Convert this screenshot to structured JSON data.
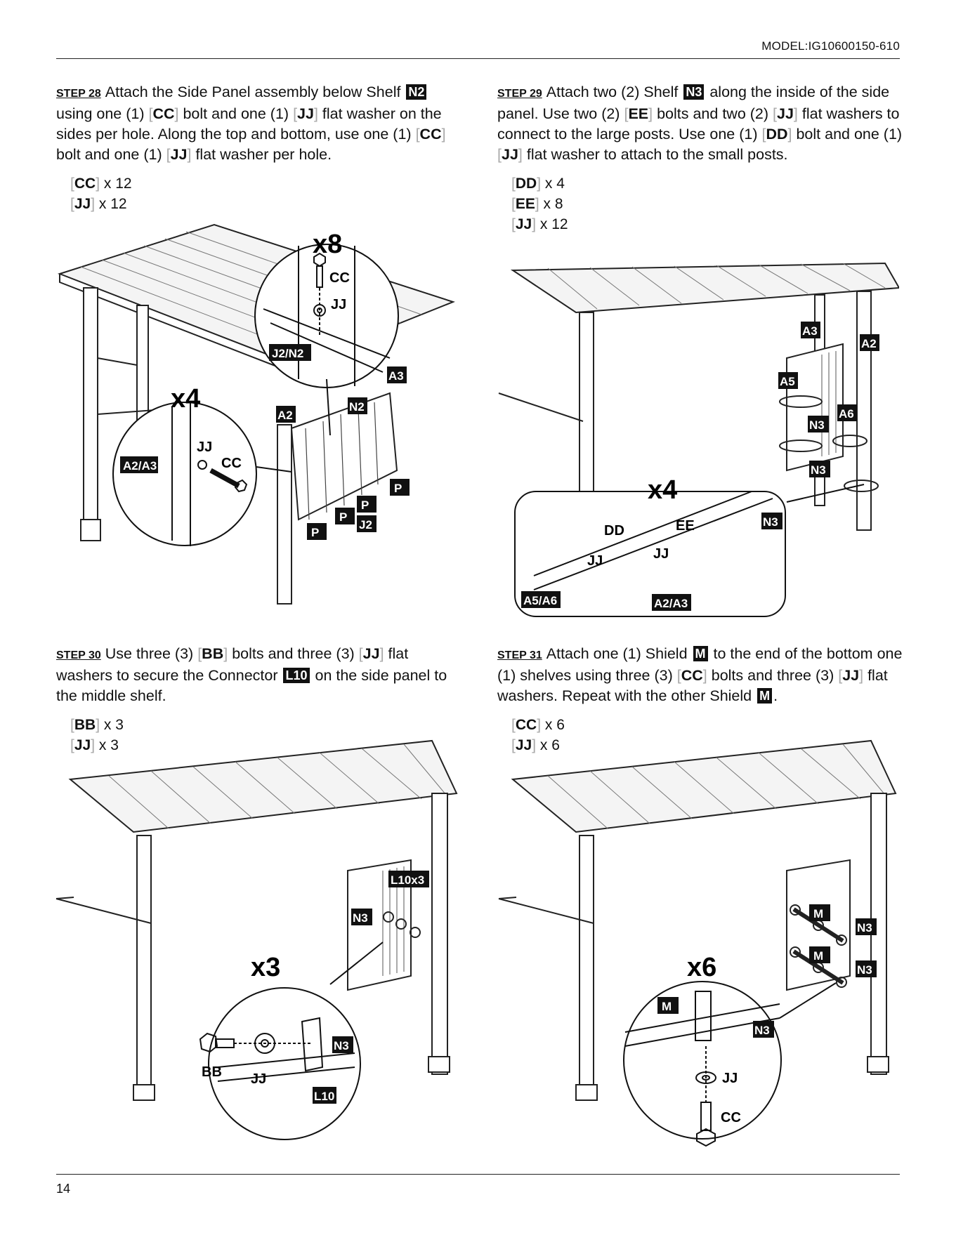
{
  "header": {
    "model": "MODEL:IG10600150-610"
  },
  "footer": {
    "page_number": "14"
  },
  "steps": [
    {
      "label": "STEP 28",
      "text": [
        "Attach the Side Panel assembly below Shelf ",
        "N2",
        " using one (1) ",
        "CC",
        " bolt and one (1) ",
        "JJ",
        " flat washer on the sides per hole. Along the top and bottom, use one (1) ",
        "CC",
        " bolt and one (1) ",
        "JJ",
        " flat washer per hole."
      ],
      "parts": [
        {
          "code": "CC",
          "qty": "x 12"
        },
        {
          "code": "JJ",
          "qty": "x 12"
        }
      ],
      "figure": {
        "callout_main": "x8",
        "callout_detail": "x4",
        "labels": [
          "CC",
          "JJ",
          "J2/N2",
          "A3",
          "A2",
          "N2",
          "A2/A3",
          "JJ",
          "CC",
          "P",
          "P",
          "P",
          "P",
          "J2"
        ]
      }
    },
    {
      "label": "STEP 29",
      "text": [
        "Attach two (2) Shelf ",
        "N3",
        " along the inside of the side panel. Use two (2) ",
        "EE",
        " bolts and two (2) ",
        "JJ",
        " flat washers to connect to the large posts. Use one (1) ",
        "DD",
        " bolt and one (1) ",
        "JJ",
        " flat washer to attach to the small posts."
      ],
      "parts": [
        {
          "code": "DD",
          "qty": "x 4"
        },
        {
          "code": "EE",
          "qty": "x 8"
        },
        {
          "code": "JJ",
          "qty": "x 12"
        }
      ],
      "figure": {
        "callout_main": "x4",
        "labels": [
          "A3",
          "A2",
          "A5",
          "A6",
          "N3",
          "N3",
          "DD",
          "EE",
          "JJ",
          "JJ",
          "N3",
          "A5/A6",
          "A2/A3"
        ]
      }
    },
    {
      "label": "STEP 30",
      "text": [
        "Use three (3) ",
        "BB",
        " bolts and three (3) ",
        "JJ",
        " flat washers to secure the Connector ",
        "L10",
        " on the side panel to the middle shelf."
      ],
      "parts": [
        {
          "code": "BB",
          "qty": "x 3"
        },
        {
          "code": "JJ",
          "qty": "x 3"
        }
      ],
      "figure": {
        "callout_main": "x3",
        "labels": [
          "L10x3",
          "N3",
          "N3",
          "BB",
          "JJ",
          "L10"
        ]
      }
    },
    {
      "label": "STEP 31",
      "text": [
        "Attach one (1) Shield ",
        "M",
        " to the end of the bottom one (1) shelves using three (3) ",
        "CC",
        " bolts and three (3) ",
        "JJ",
        " flat washers. Repeat with the other Shield ",
        "M",
        "."
      ],
      "parts": [
        {
          "code": "CC",
          "qty": "x 6"
        },
        {
          "code": "JJ",
          "qty": "x 6"
        }
      ],
      "figure": {
        "callout_main": "x6",
        "labels": [
          "M",
          "M",
          "N3",
          "N3",
          "M",
          "N3",
          "JJ",
          "CC"
        ]
      }
    }
  ]
}
